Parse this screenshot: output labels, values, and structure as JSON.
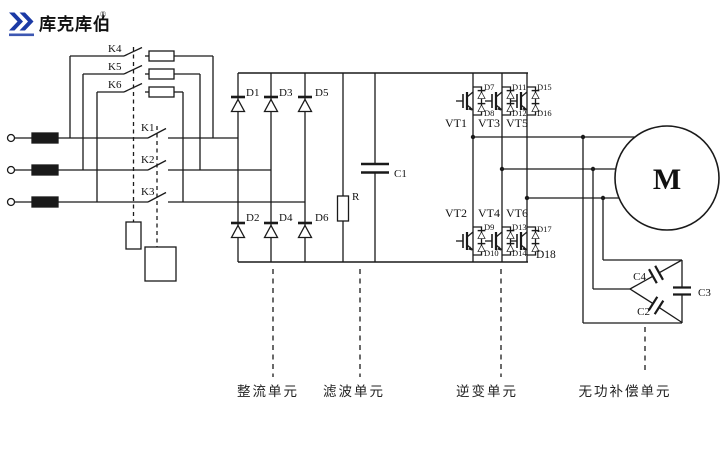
{
  "logo": {
    "brand": "库克库伯",
    "registered": "®"
  },
  "labels": {
    "k1": "K1",
    "k2": "K2",
    "k3": "K3",
    "k4": "K4",
    "k5": "K5",
    "k6": "K6",
    "d1": "D1",
    "d2": "D2",
    "d3": "D3",
    "d4": "D4",
    "d5": "D5",
    "d6": "D6",
    "d7": "D7",
    "d8": "D8",
    "d9": "D9",
    "d10": "D10",
    "d11": "D11",
    "d12": "D12",
    "d13": "D13",
    "d14": "D14",
    "d15": "D15",
    "d16": "D16",
    "d17": "D17",
    "d18": "D18",
    "vt1": "VT1",
    "vt2": "VT2",
    "vt3": "VT3",
    "vt4": "VT4",
    "vt5": "VT5",
    "vt6": "VT6",
    "r": "R",
    "c1": "C1",
    "c2": "C2",
    "c3": "C3",
    "c4": "C4",
    "motor": "M"
  },
  "units": {
    "rectifier": "整流单元",
    "filter": "滤波单元",
    "inverter": "逆变单元",
    "compensation": "无功补偿单元"
  },
  "colors": {
    "line": "#1a1a1a",
    "logo_blue": "#1b3aa5",
    "background": "#ffffff"
  }
}
